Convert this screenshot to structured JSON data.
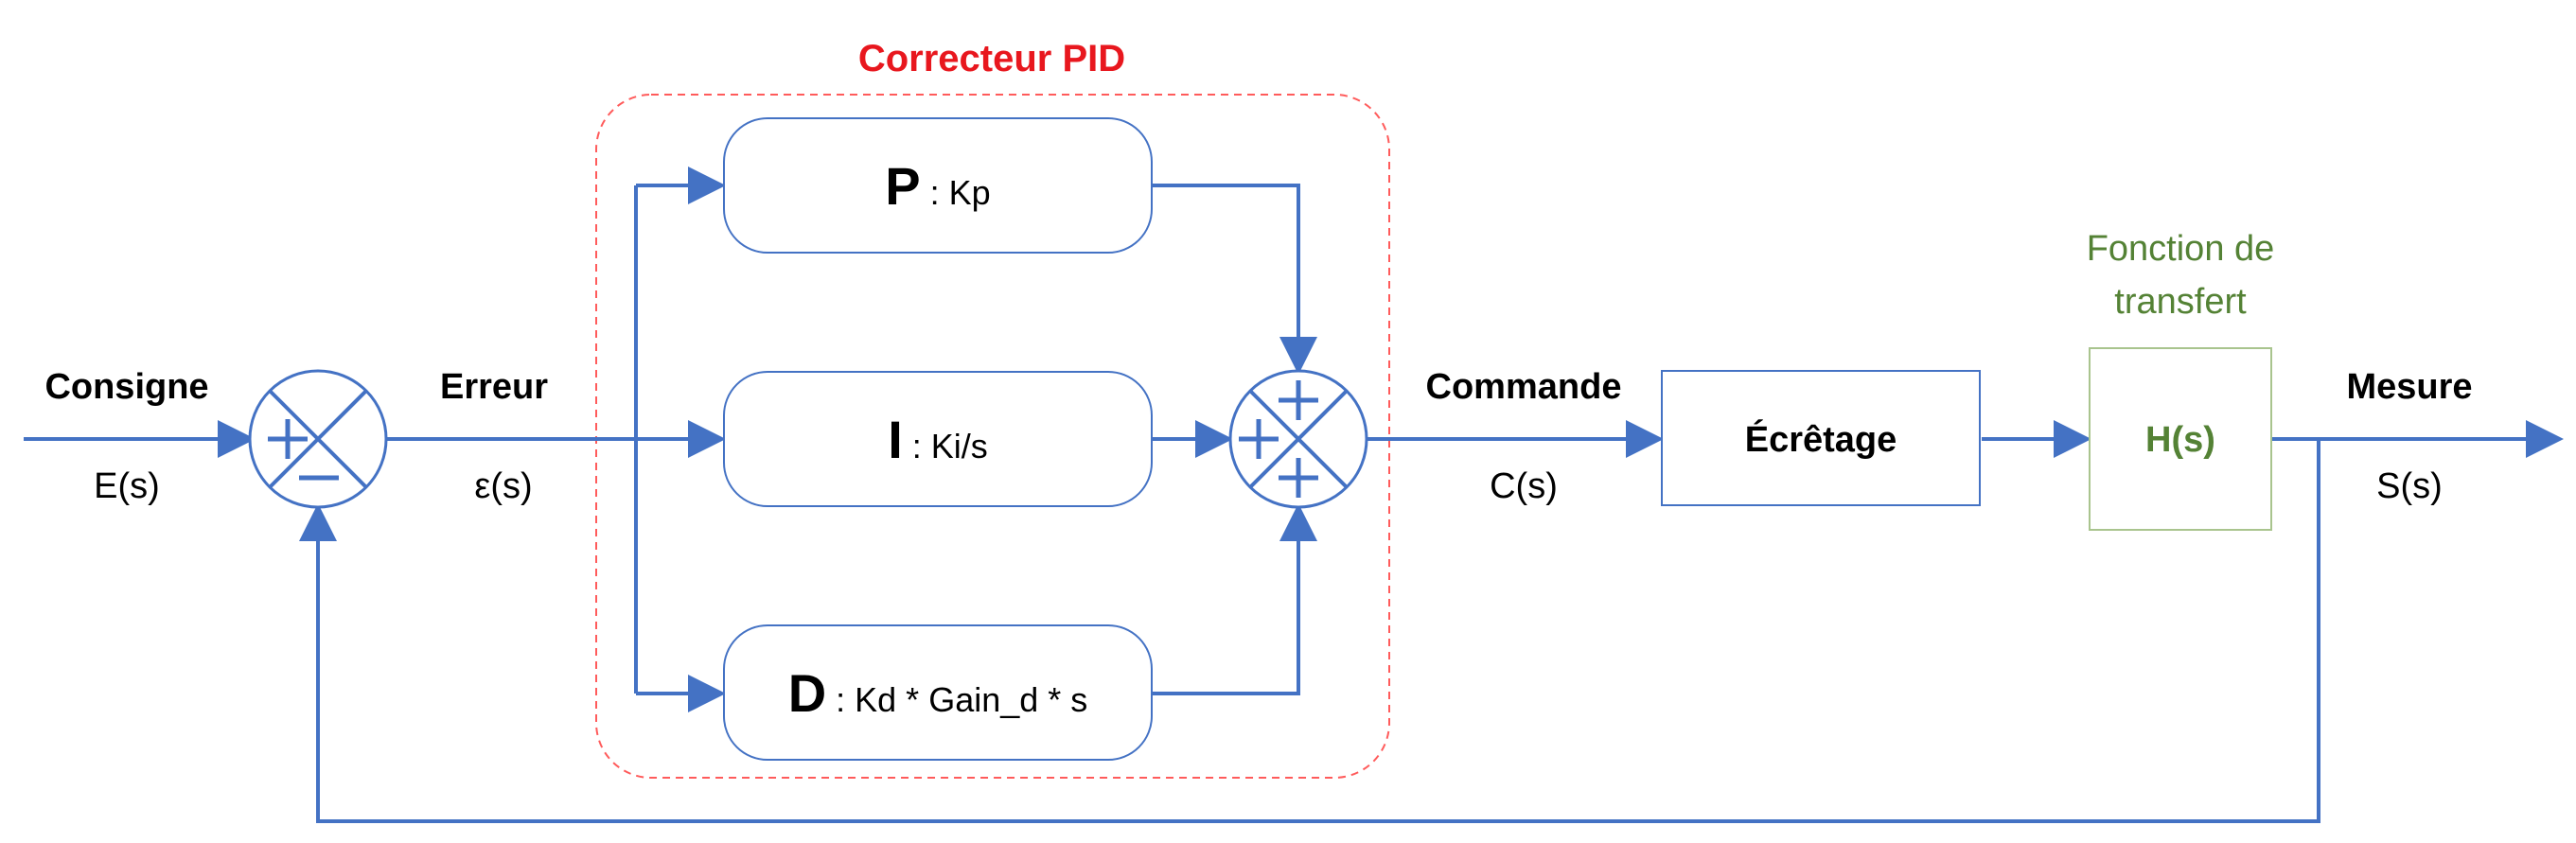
{
  "colors": {
    "line": "#4472C4",
    "pid_frame": "#FF5B5B",
    "pid_title": "#E8171E",
    "transfer": "#548235",
    "transfer_border": "#A9C48E"
  },
  "pid": {
    "title": "Correcteur PID",
    "p": {
      "letter": "P",
      "text": " : Kp"
    },
    "i": {
      "letter": "I",
      "text": " : Ki/s"
    },
    "d": {
      "letter": "D",
      "text": " : Kd * Gain_d * s"
    }
  },
  "signals": {
    "consigne": {
      "name": "Consigne",
      "sym": "E(s)"
    },
    "erreur": {
      "name": "Erreur",
      "sym": "ε(s)"
    },
    "commande": {
      "name": "Commande",
      "sym": "C(s)"
    },
    "mesure": {
      "name": "Mesure",
      "sym": "S(s)"
    }
  },
  "blocks": {
    "ecretage": "Écrêtage",
    "transfer_title_line1": "Fonction de",
    "transfer_title_line2": "transfert",
    "transfer_fn": "H(s)"
  }
}
